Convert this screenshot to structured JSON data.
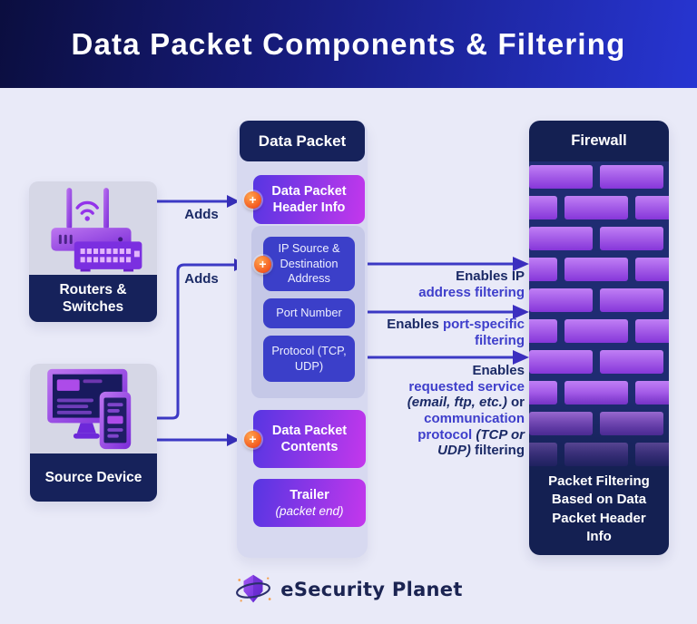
{
  "header": {
    "title": "Data Packet Components & Filtering"
  },
  "cards": {
    "routers": {
      "label": "Routers & Switches"
    },
    "source": {
      "label": "Source Device"
    }
  },
  "packet_column": {
    "title": "Data Packet",
    "header_info_label": "Data Packet Header Info",
    "ip_label": "IP Source & Destination Address",
    "port_label": "Port Number",
    "protocol_label": "Protocol (TCP, UDP)",
    "contents_label": "Data Packet Contents",
    "trailer_title": "Trailer",
    "trailer_subtitle": "(packet end)"
  },
  "firewall": {
    "title": "Firewall",
    "caption": "Packet Filtering Based on Data Packet Header Info"
  },
  "connectors": {
    "adds_1": "Adds",
    "adds_2": "Adds",
    "filter_1": {
      "plain": "Enables IP",
      "highlight": "address filtering"
    },
    "filter_2": {
      "plain": "Enables",
      "highlight": "port-specific filtering"
    },
    "filter_3": {
      "plain_1": "Enables",
      "highlight_1": "requested service",
      "italic_1": "(email, ftp, etc.)",
      "plain_2": "or",
      "highlight_2": "communication protocol",
      "italic_2": "(TCP or UDP)",
      "plain_3": "filtering"
    }
  },
  "icons": {
    "plus_glyph": "+"
  },
  "footer": {
    "brand": "eSecurity Planet"
  },
  "colors": {
    "banner_start": "#0b0e3f",
    "banner_end": "#2735d2",
    "navy": "#16225b",
    "column_bg": "#d7d9f0",
    "blue_box": "#3b3fc9",
    "gradient_start": "#5636e2",
    "gradient_end": "#c437ec",
    "brick_light": "#c07ff5",
    "brick_dark": "#8636d9",
    "connector_line": "#3c39c5",
    "dotted_red": "#e8432a",
    "plus_orange": "#f3551d",
    "label_navy": "#1b2a66",
    "label_purple": "#3e3ecb"
  }
}
